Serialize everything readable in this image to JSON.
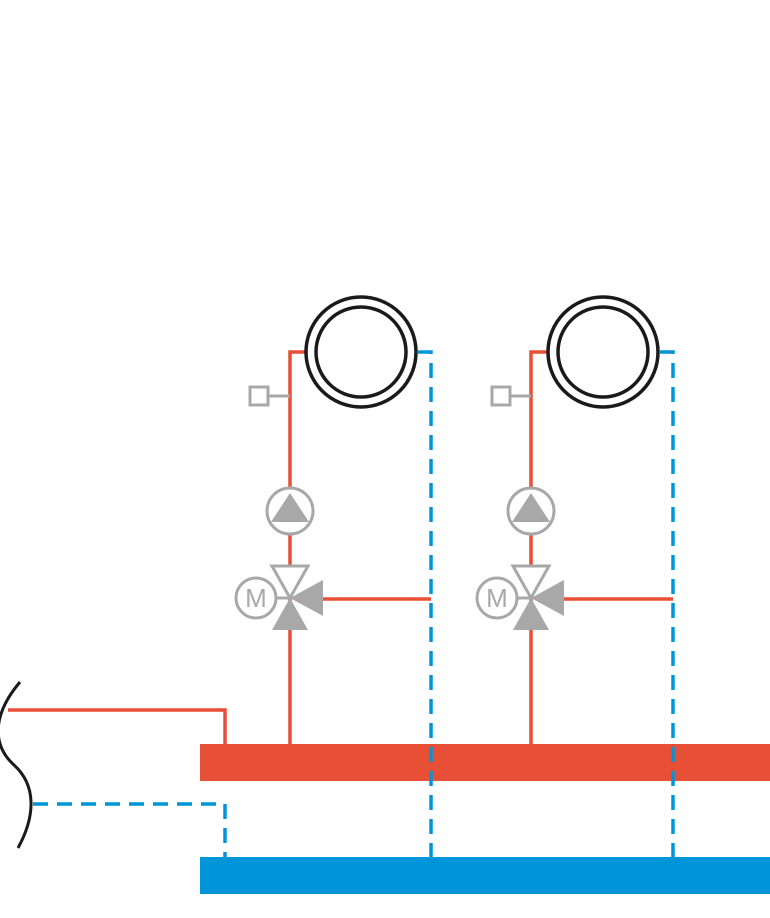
{
  "colors": {
    "supply": "#e84f37",
    "return": "#0095d9",
    "component": "#a8a8a8",
    "outline": "#1a1a1a",
    "background": "#ffffff"
  },
  "circuits": [
    {
      "emitter_icon": "radiator-circle-icon",
      "sensor_icon": "temperature-sensor-icon",
      "pump_icon": "circulation-pump-icon",
      "valve_icon": "three-way-mixing-valve-icon",
      "motor_label": "M"
    },
    {
      "emitter_icon": "radiator-circle-icon",
      "sensor_icon": "temperature-sensor-icon",
      "pump_icon": "circulation-pump-icon",
      "valve_icon": "three-way-mixing-valve-icon",
      "motor_label": "M"
    }
  ],
  "header_supply": {
    "line_style": "solid"
  },
  "header_return": {
    "line_style": "dashed"
  },
  "source_connection": {
    "icon": "wavy-break-icon"
  }
}
